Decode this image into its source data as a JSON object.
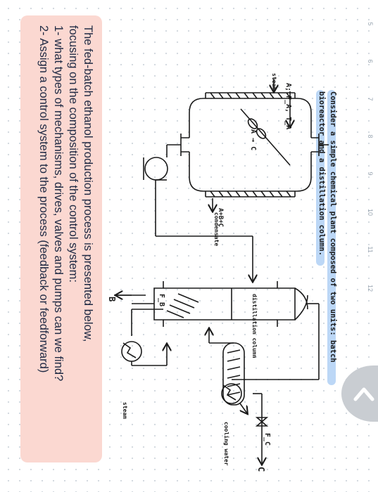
{
  "ruler": {
    "labels": [
      "5",
      "6",
      "7",
      "8",
      "9",
      "10",
      "11",
      "12"
    ]
  },
  "title": {
    "line1": "Consider a simple chemical plant composed of two units: batch",
    "line2": "bioreactor and a distillation column."
  },
  "diagram": {
    "feed_label": "A; F_A, T_A",
    "steam_in": "steam",
    "reaction": "A → C",
    "condensate": "condensate",
    "mixture": "A+B+C",
    "column": "distillation column",
    "cooling": "cooling water",
    "steam_reboiler": "steam",
    "bottoms_flow": "F_B",
    "bottoms": "B",
    "distillate_flow": "F_C",
    "distillate": "C"
  },
  "task": {
    "line1": "The fed-batch ethanol production process is presented below,",
    "line2": "focusing on the composition of the control system:",
    "line3": "1- what types of mechanisms, drives, valves and pumps can we find?",
    "line4": "2- Assign a control system to the process (feedback or feedforward)"
  },
  "colors": {
    "highlight": "#bcd7f6",
    "task_bg": "#fbd8d1",
    "task_text": "#1f2a44",
    "ink": "#1a1a1a"
  }
}
